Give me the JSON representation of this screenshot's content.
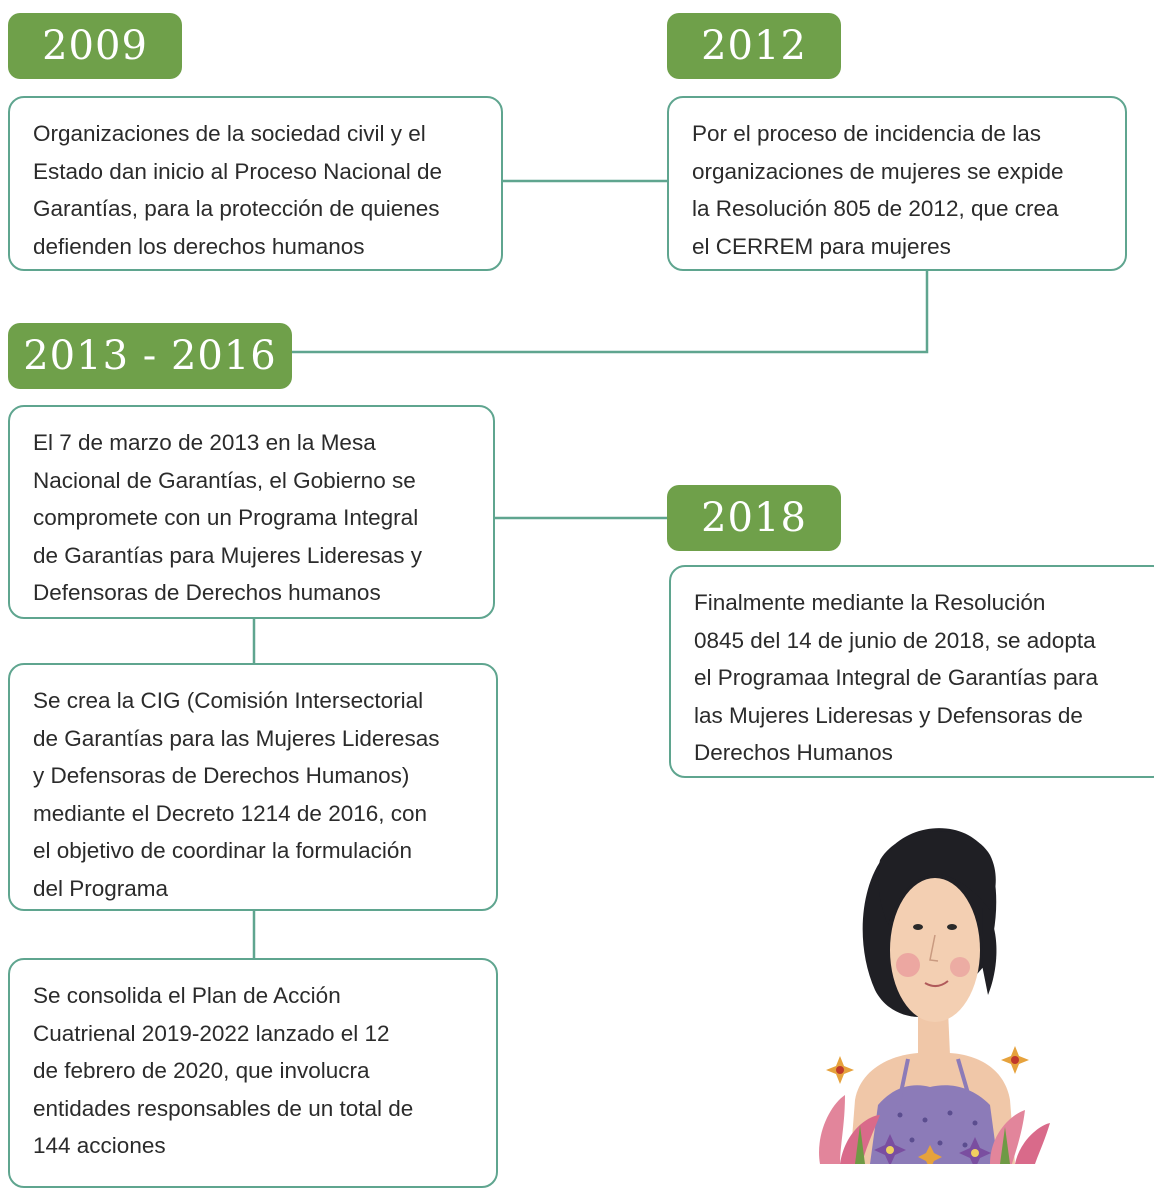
{
  "colors": {
    "year_badge": "#6fa04a",
    "card_border": "#5fa58f",
    "connector": "#5fa58f",
    "text": "#2b2b2b"
  },
  "timeline": {
    "y2009": {
      "year": "2009",
      "lines": [
        "Organizaciones de la sociedad civil y el",
        "Estado dan inicio al Proceso Nacional de",
        "Garantías, para la protección de quienes",
        "defienden los derechos humanos"
      ]
    },
    "y2012": {
      "year": "2012",
      "lines": [
        "Por el proceso de incidencia de las",
        "organizaciones de mujeres se expide",
        "la Resolución 805 de 2012, que crea",
        "el CERREM para mujeres"
      ]
    },
    "y2013": {
      "year": "2013 - 2016",
      "card1": [
        "El 7 de marzo de 2013 en la Mesa",
        "Nacional de Garantías, el Gobierno se",
        "compromete con un Programa Integral",
        "de Garantías para Mujeres Lideresas y",
        "Defensoras de Derechos humanos"
      ],
      "card2": [
        "Se crea la CIG (Comisión Intersectorial",
        "de Garantías para las Mujeres Lideresas",
        "y Defensoras de Derechos Humanos)",
        "mediante el Decreto 1214 de 2016, con",
        "el objetivo de coordinar la formulación",
        "del Programa"
      ],
      "card3": [
        "Se consolida el Plan de Acción",
        "Cuatrienal 2019-2022 lanzado el 12",
        "de febrero de 2020, que involucra",
        "entidades responsables de un total de",
        "144 acciones"
      ]
    },
    "y2018": {
      "year": "2018",
      "lines": [
        "Finalmente mediante la Resolución",
        "0845 del 14 de junio de 2018, se adopta",
        "el Programaa Integral de Garantías para",
        "las Mujeres Lideresas y Defensoras de",
        "Derechos Humanos"
      ]
    }
  },
  "illustration": {
    "subject": "woman-with-flowers"
  }
}
